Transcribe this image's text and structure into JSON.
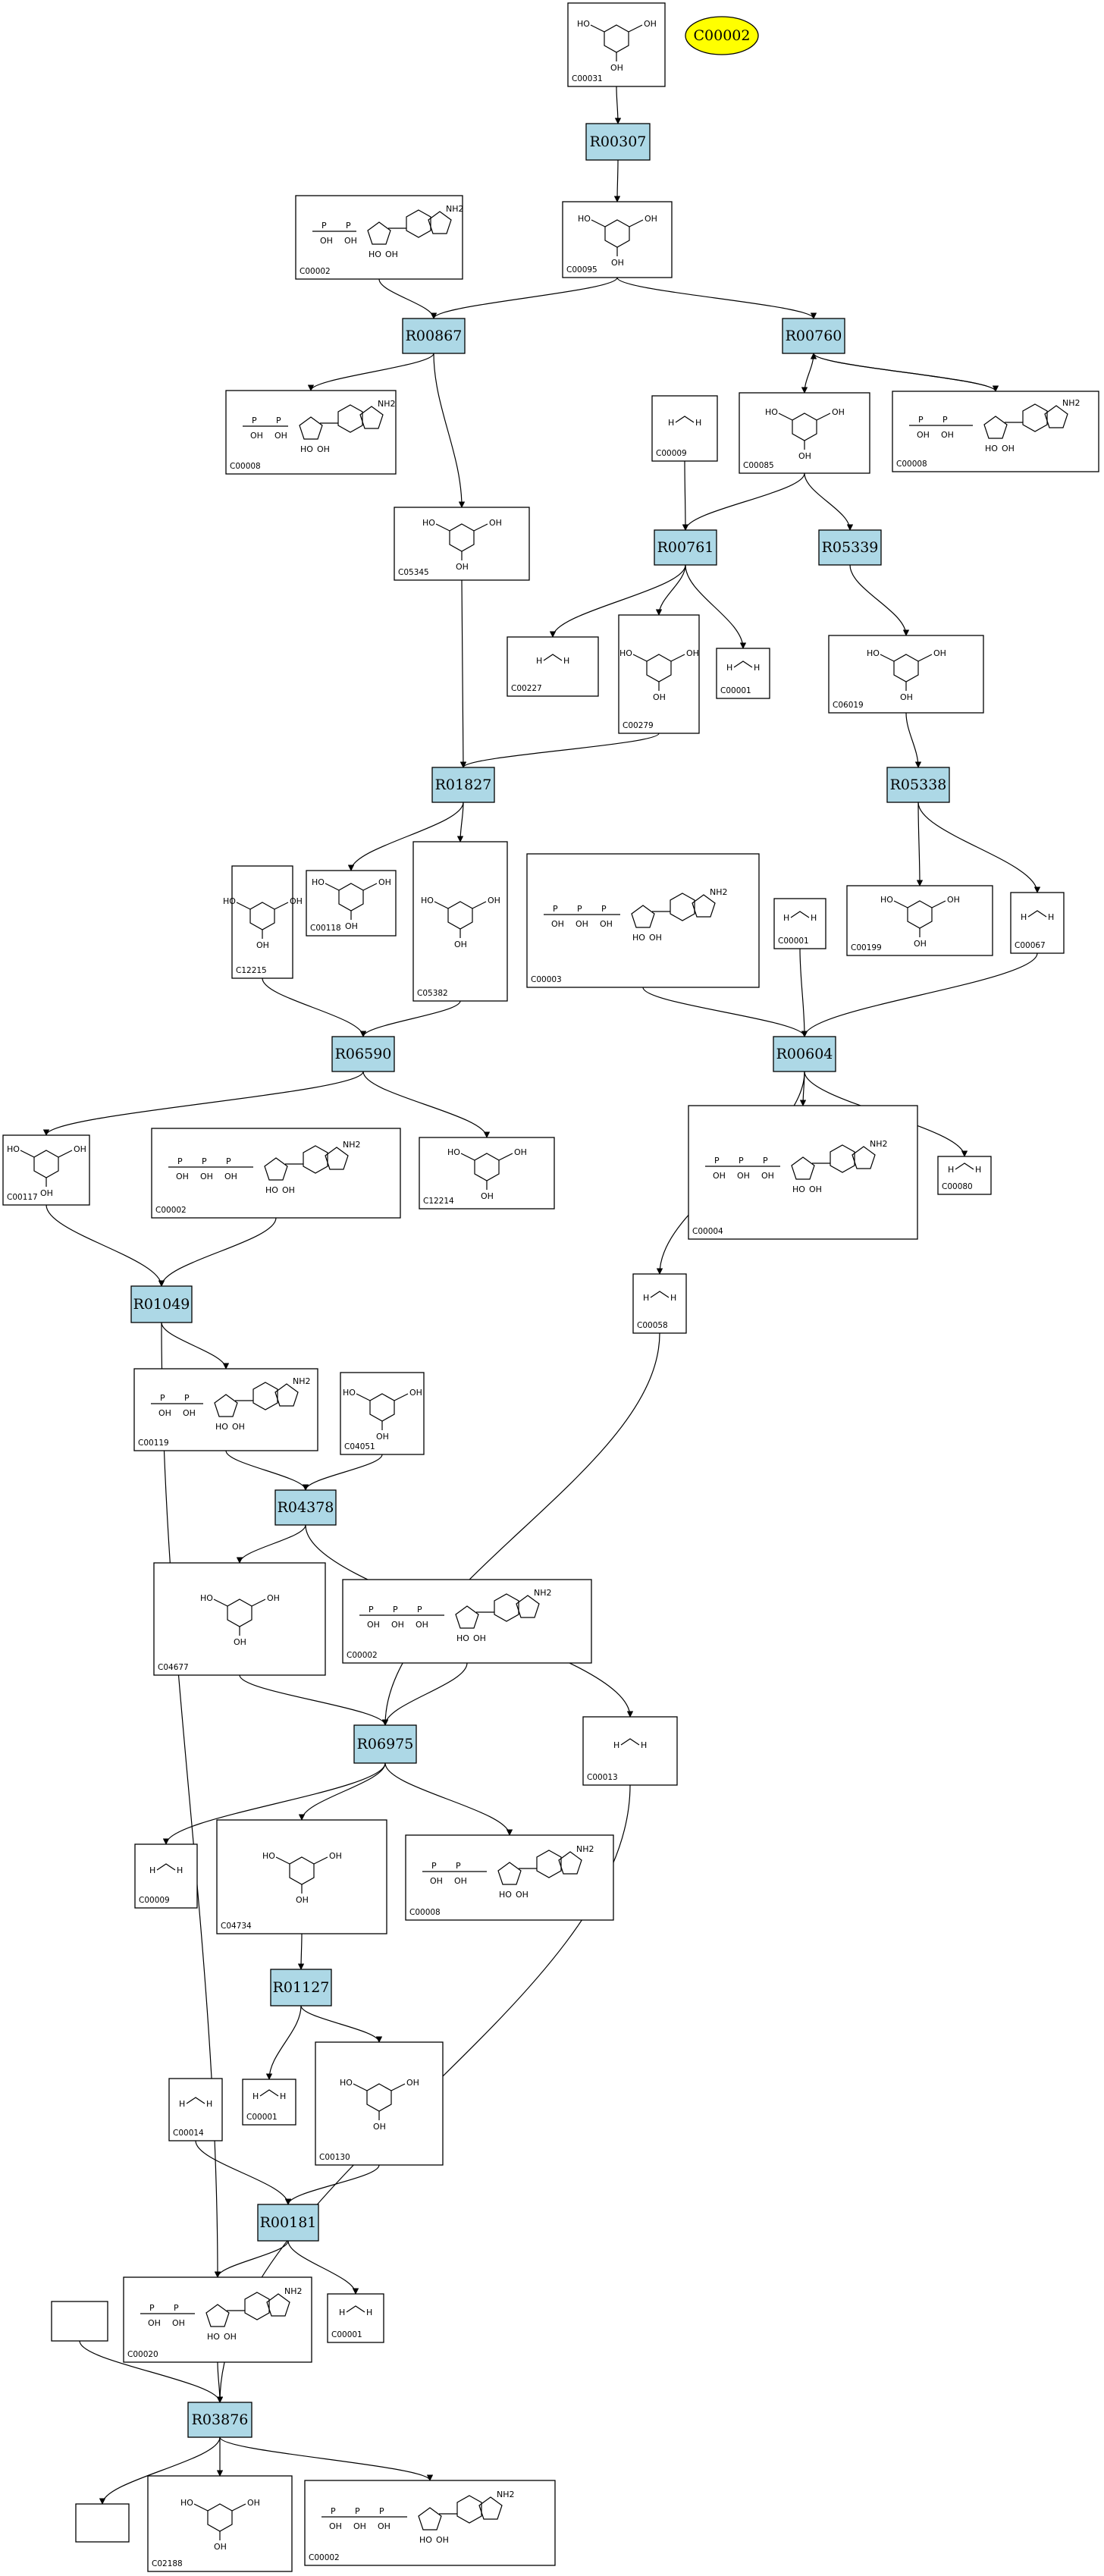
{
  "highlight_compound": "C00002",
  "colors": {
    "reaction_fill": "#add8e6",
    "highlight_fill": "#ffff00",
    "line": "#000000"
  },
  "reactions": [
    "R00307",
    "R00867",
    "R00760",
    "R00761",
    "R05339",
    "R01827",
    "R05338",
    "R06590",
    "R00604",
    "R01049",
    "R04378",
    "R06975",
    "R01127",
    "R00181",
    "R03876"
  ],
  "compounds": [
    "C00031",
    "C00002",
    "C00095",
    "C00002",
    "C00008",
    "C00085",
    "C00008",
    "C00009",
    "C05345",
    "C00227",
    "C00279",
    "C00001",
    "C06019",
    "C00118",
    "C05382",
    "C12215",
    "C00003",
    "C00001",
    "C00199",
    "C00067",
    "C00117",
    "C00002",
    "C12214",
    "C00004",
    "C00080",
    "C00058",
    "C00119",
    "C04051",
    "C04677",
    "C00002",
    "C00013",
    "C00009",
    "C04734",
    "C00008",
    "C00001",
    "C00014",
    "C00130",
    "C00020",
    "C00001",
    "",
    "C02188",
    "",
    "C00002"
  ]
}
